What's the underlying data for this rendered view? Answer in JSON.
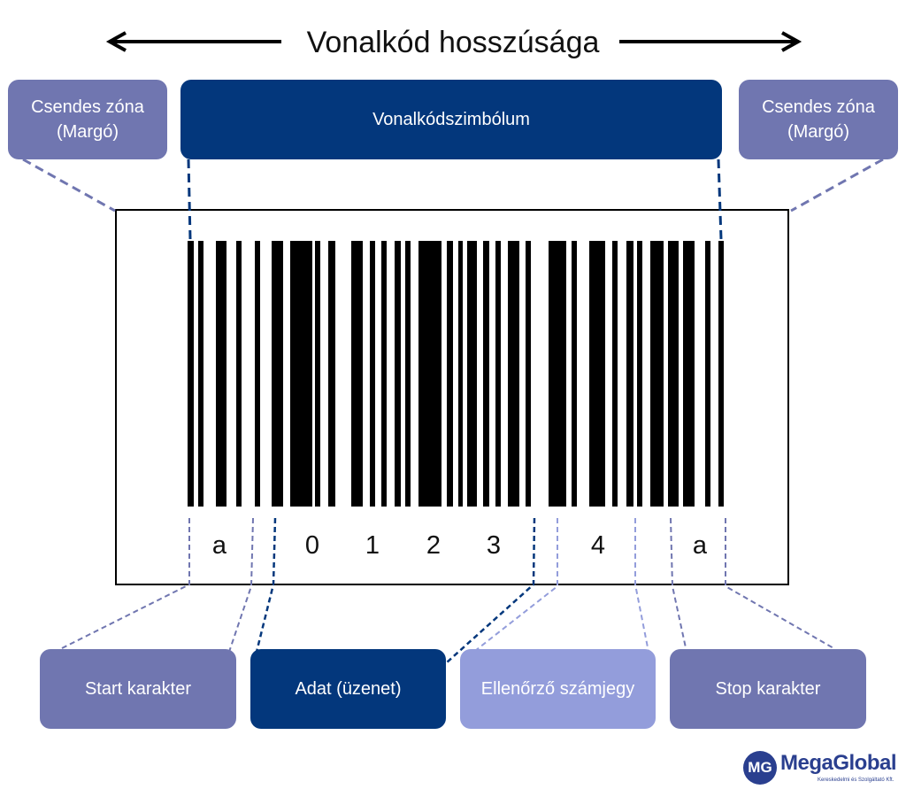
{
  "title": "Vonalkód hosszúsága",
  "boxes": {
    "symbol": "Vonalkódszimbólum",
    "quiet_left": [
      "Csendes zóna",
      "(Margó)"
    ],
    "quiet_right": [
      "Csendes zóna",
      "(Margó)"
    ],
    "start": "Start karakter",
    "data": "Adat (üzenet)",
    "check": "Ellenőrző számjegy",
    "stop": "Stop karakter"
  },
  "digits": [
    "a",
    "0",
    "1",
    "2",
    "3",
    "4",
    "a"
  ],
  "logo": {
    "mark": "MG",
    "name": "MegaGlobal",
    "subtitle": "Kereskedelmi és Szolgáltató Kft."
  },
  "colors": {
    "dark_blue": "#03377c",
    "mid_blue": "#7076b0",
    "light_blue": "#939ddb",
    "bar": "#000000"
  },
  "icons": {
    "left_arrow": "left-arrow-icon",
    "right_arrow": "right-arrow-icon"
  }
}
